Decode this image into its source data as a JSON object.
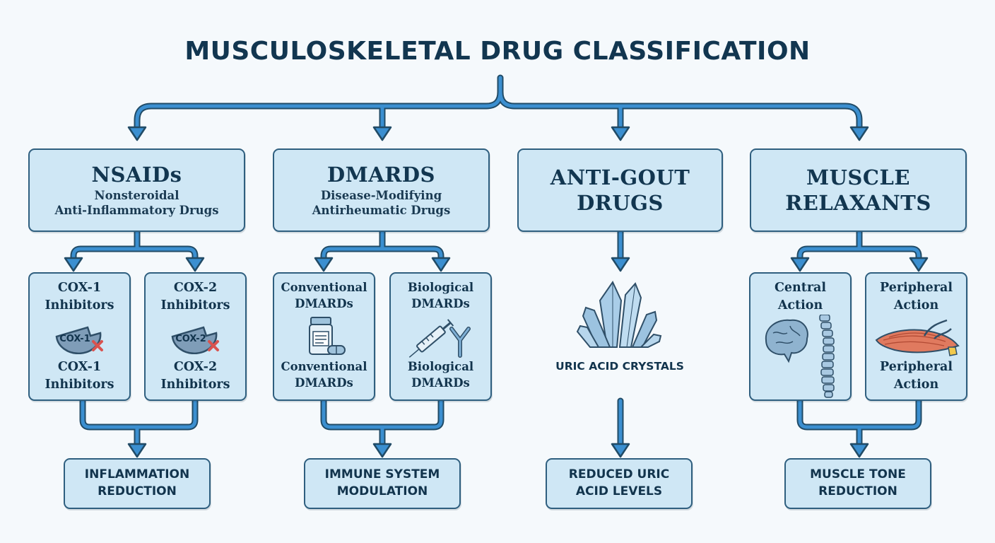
{
  "title": "MUSCULOSKELETAL DRUG CLASSIFICATION",
  "categories": [
    {
      "title": "NSAIDs",
      "subtitle_lines": [
        "Nonsteroidal",
        "Anti-Inflammatory Drugs"
      ],
      "subclasses": [
        {
          "label_top": "COX-1 Inhibitors",
          "label_bottom": "COX-1 Inhibitors",
          "icon_text": "COX-1",
          "icon": "cox-1-enzyme-blocked-icon"
        },
        {
          "label_top": "COX-2 Inhibitors",
          "label_bottom": "COX-2 Inhibitors",
          "icon_text": "COX-2",
          "icon": "cox-2-enzyme-blocked-icon"
        }
      ],
      "outcome": "INFLAMMATION REDUCTION"
    },
    {
      "title": "DMARDS",
      "subtitle_lines": [
        "Disease-Modifying",
        "Antirheumatic Drugs"
      ],
      "subclasses": [
        {
          "label_top": "Conventional DMARDs",
          "label_bottom": "Conventional DMARDs",
          "icon": "pill-bottle-icon"
        },
        {
          "label_top": "Biological DMARDs",
          "label_bottom": "Biological DMARDs",
          "icon": "syringe-antibody-icon"
        }
      ],
      "outcome": "IMMUNE SYSTEM MODULATION"
    },
    {
      "title": "ANTI-GOUT DRUGS",
      "subtitle_lines": [],
      "mechanism": "URIC ACID CRYSTALS",
      "mechanism_icon": "uric-acid-crystals-icon",
      "outcome": "REDUCED URIC ACID LEVELS"
    },
    {
      "title": "MUSCLE RELAXANTS",
      "subtitle_lines": [],
      "subclasses": [
        {
          "label_top": "Central Action",
          "label_bottom": "",
          "icon": "brain-spine-icon"
        },
        {
          "label_top": "Peripheral Action",
          "label_bottom": "Peripheral Action",
          "icon": "muscle-nerve-icon"
        }
      ],
      "outcome": "MUSCLE TONE REDUCTION"
    }
  ],
  "colors": {
    "connector": "#3b8fd0",
    "connector_outline": "#214b66",
    "box_fill": "#cfe7f5",
    "box_border": "#2f5f7f",
    "text": "#12344d",
    "blocked_mark": "#d9534f"
  }
}
